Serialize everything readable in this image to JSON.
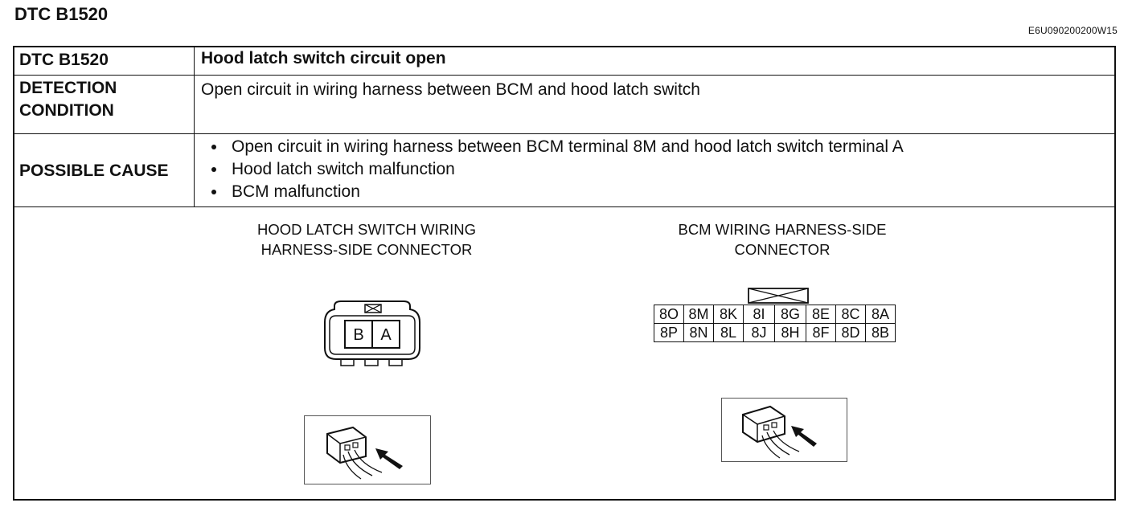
{
  "header": {
    "title": "DTC B1520",
    "doc_code": "E6U090200200W15"
  },
  "table": {
    "dtc_label": "DTC B1520",
    "dtc_value": "Hood latch switch circuit open",
    "detection_label": "DETECTION CONDITION",
    "detection_value": "Open circuit in wiring harness between BCM and hood latch switch",
    "cause_label": "POSSIBLE CAUSE",
    "causes": [
      "Open circuit in wiring harness between BCM terminal 8M and hood latch switch terminal A",
      "Hood latch switch malfunction",
      "BCM malfunction"
    ]
  },
  "diagrams": {
    "hood_connector": {
      "caption": "HOOD LATCH SWITCH WIRING HARNESS-SIDE CONNECTOR",
      "terminals": [
        "B",
        "A"
      ]
    },
    "bcm_connector": {
      "caption": "BCM WIRING HARNESS-SIDE CONNECTOR",
      "top_row": [
        "8O",
        "8M",
        "8K",
        "8I",
        "8G",
        "8E",
        "8C",
        "8A"
      ],
      "bottom_row": [
        "8P",
        "8N",
        "8L",
        "8J",
        "8H",
        "8F",
        "8D",
        "8B"
      ]
    }
  }
}
